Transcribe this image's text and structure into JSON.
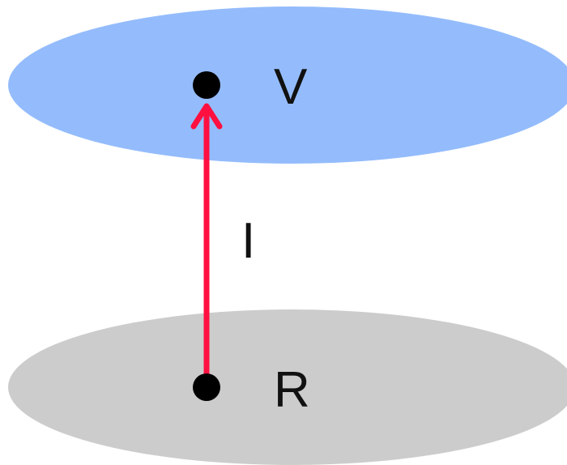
{
  "diagram": {
    "colors": {
      "top_plane": "#94bcfc",
      "bottom_plane": "#cccccc",
      "arrow": "#ff1040",
      "point": "#000000",
      "text": "#111111"
    },
    "top_plane": {
      "label": "V"
    },
    "bottom_plane": {
      "label": "R"
    },
    "arrow": {
      "label": "I",
      "from": "R",
      "to": "V"
    }
  }
}
